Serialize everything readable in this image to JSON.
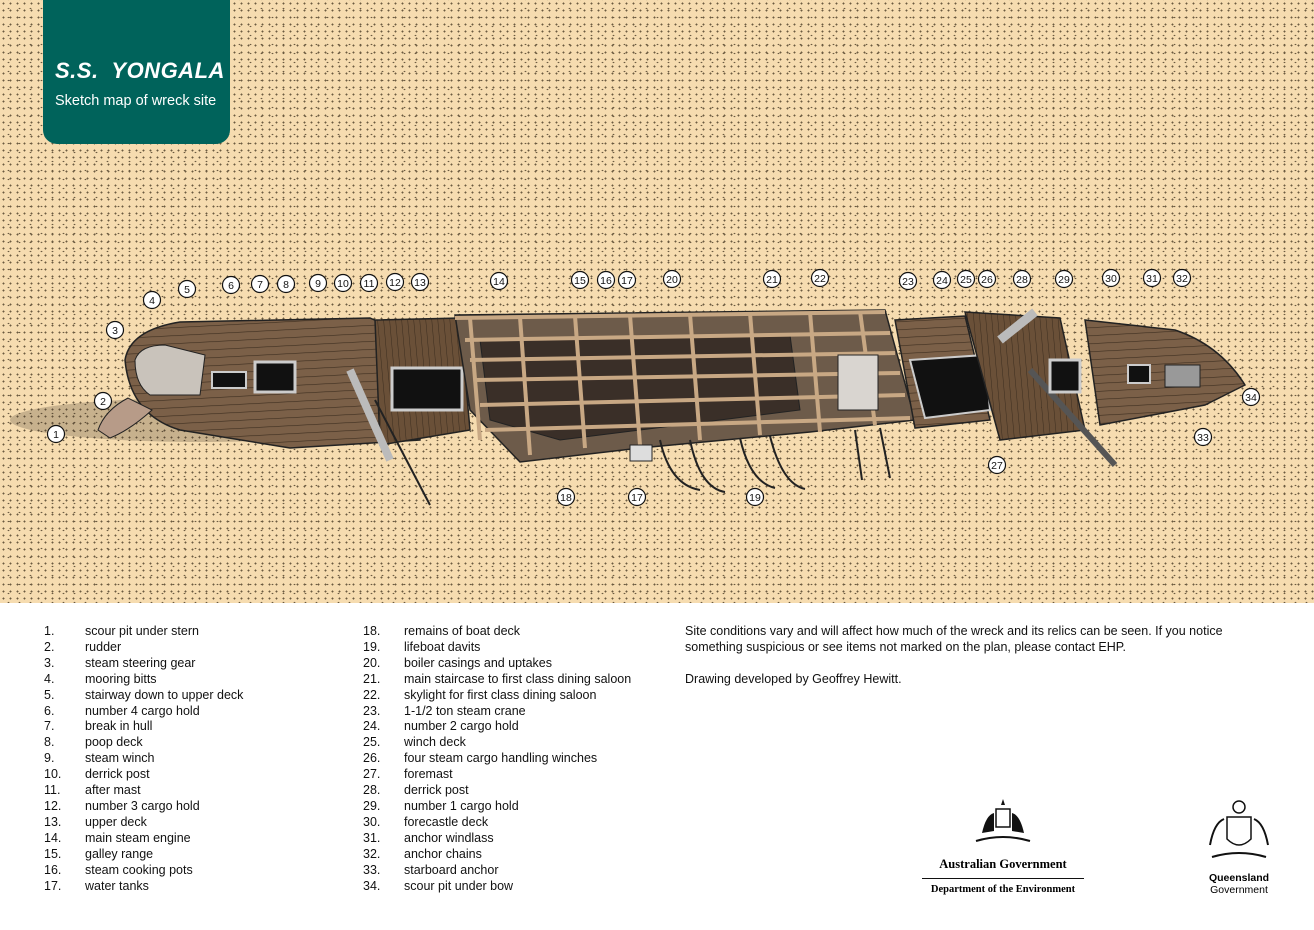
{
  "title": "S.S.  YONGALA",
  "subtitle": "Sketch map of wreck site",
  "legend": [
    {
      "num": "1.",
      "text": "scour pit under stern"
    },
    {
      "num": "2.",
      "text": "rudder"
    },
    {
      "num": "3.",
      "text": "steam steering gear"
    },
    {
      "num": "4.",
      "text": "mooring bitts"
    },
    {
      "num": "5.",
      "text": "stairway down to upper deck"
    },
    {
      "num": "6.",
      "text": "number 4 cargo hold"
    },
    {
      "num": "7.",
      "text": "break in hull"
    },
    {
      "num": "8.",
      "text": "poop deck"
    },
    {
      "num": "9.",
      "text": "steam winch"
    },
    {
      "num": "10.",
      "text": "derrick post"
    },
    {
      "num": "11.",
      "text": "after mast"
    },
    {
      "num": "12.",
      "text": "number 3 cargo hold"
    },
    {
      "num": "13.",
      "text": "upper deck"
    },
    {
      "num": "14.",
      "text": "main steam engine"
    },
    {
      "num": "15.",
      "text": "galley range"
    },
    {
      "num": "16.",
      "text": "steam cooking pots"
    },
    {
      "num": "17.",
      "text": "water tanks"
    },
    {
      "num": "18.",
      "text": "remains of boat deck"
    },
    {
      "num": "19.",
      "text": "lifeboat davits"
    },
    {
      "num": "20.",
      "text": "boiler casings and uptakes"
    },
    {
      "num": "21.",
      "text": "main staircase to first class dining saloon"
    },
    {
      "num": "22.",
      "text": "skylight for first class dining saloon"
    },
    {
      "num": "23.",
      "text": "1-1/2 ton steam crane"
    },
    {
      "num": "24.",
      "text": "number 2 cargo hold"
    },
    {
      "num": "25.",
      "text": "winch deck"
    },
    {
      "num": "26.",
      "text": "four steam cargo handling winches"
    },
    {
      "num": "27.",
      "text": "foremast"
    },
    {
      "num": "28.",
      "text": "derrick post"
    },
    {
      "num": "29.",
      "text": "number 1 cargo hold"
    },
    {
      "num": "30.",
      "text": "forecastle deck"
    },
    {
      "num": "31.",
      "text": "anchor windlass"
    },
    {
      "num": "32.",
      "text": "anchor chains"
    },
    {
      "num": "33.",
      "text": "starboard anchor"
    },
    {
      "num": "34.",
      "text": "scour pit under bow"
    }
  ],
  "notes": {
    "conditions": "Site conditions vary and will affect how much of the wreck and its relics can be seen. If you notice something suspicious or see items not marked on the plan, please contact EHP.",
    "credit": "Drawing developed by Geoffrey Hewitt."
  },
  "logos": {
    "australia_name": "Australian Government",
    "australia_dept": "Department of the Environment",
    "qld_name": "Queensland",
    "qld_sub": "Government"
  },
  "callouts": [
    "1",
    "2",
    "3",
    "4",
    "5",
    "6",
    "7",
    "8",
    "9",
    "10",
    "11",
    "12",
    "13",
    "14",
    "15",
    "16",
    "17",
    "20",
    "21",
    "22",
    "23",
    "24",
    "25",
    "26",
    "28",
    "29",
    "30",
    "31",
    "32",
    "18",
    "17",
    "19",
    "27",
    "34",
    "33"
  ],
  "colors": {
    "sand": "#f6dcb0",
    "title_bg": "#00635b",
    "deck": "#6e5640",
    "frame": "#8a6a4a"
  }
}
